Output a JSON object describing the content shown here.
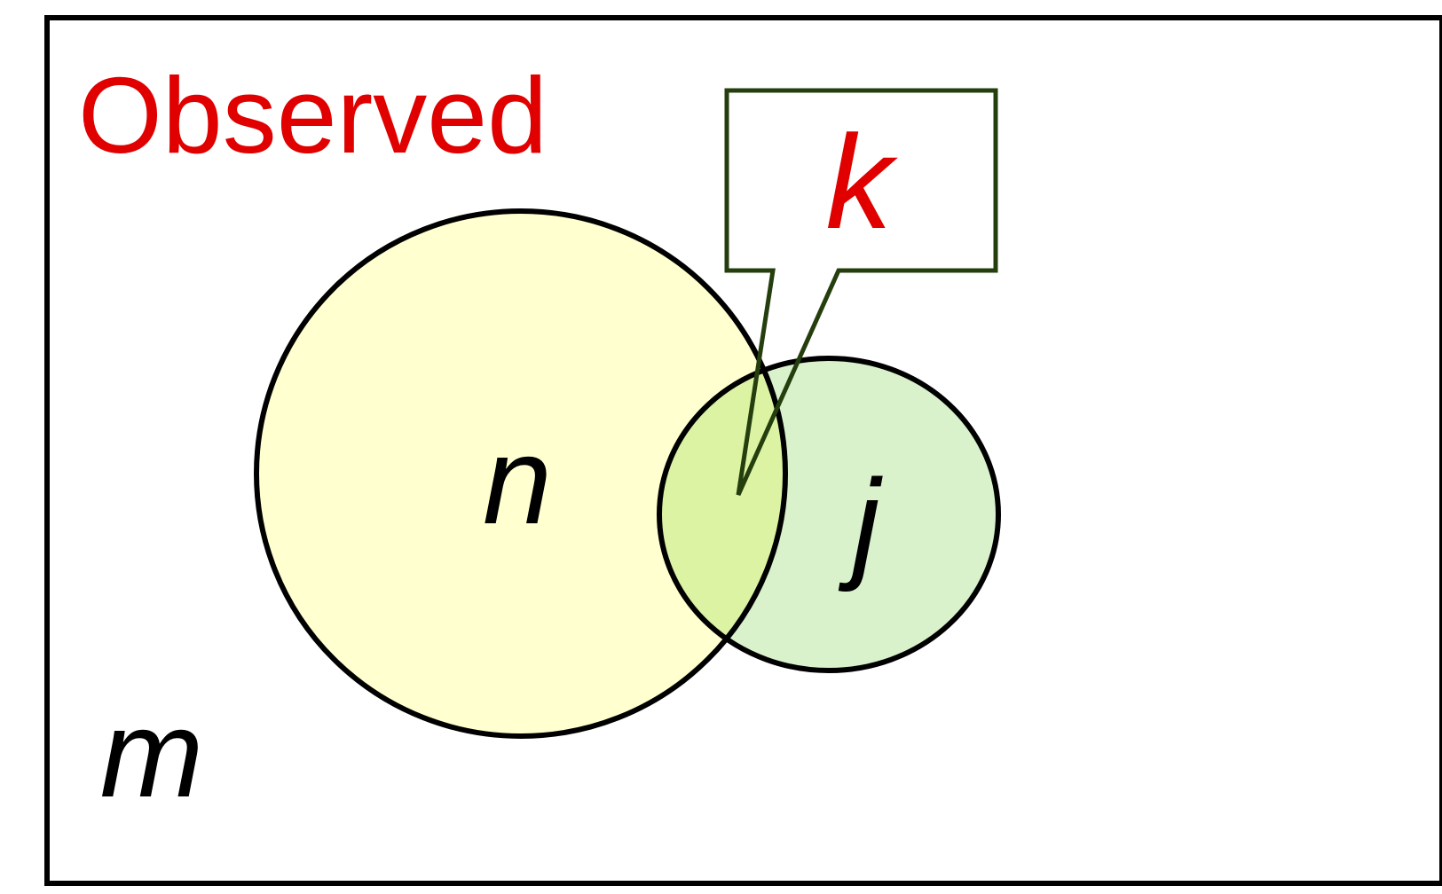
{
  "title": "Observed",
  "labels": {
    "outer_set": "m",
    "set_a": "n",
    "set_b": "j",
    "intersection_callout": "k"
  },
  "colors": {
    "title": "#e00000",
    "callout_label": "#e00000",
    "set_a_fill": "#ffffd0",
    "set_b_fill": "#d9f2cc",
    "overlap_fill": "#dcf3a4",
    "callout_stroke": "#253e0e",
    "border": "#000000"
  }
}
